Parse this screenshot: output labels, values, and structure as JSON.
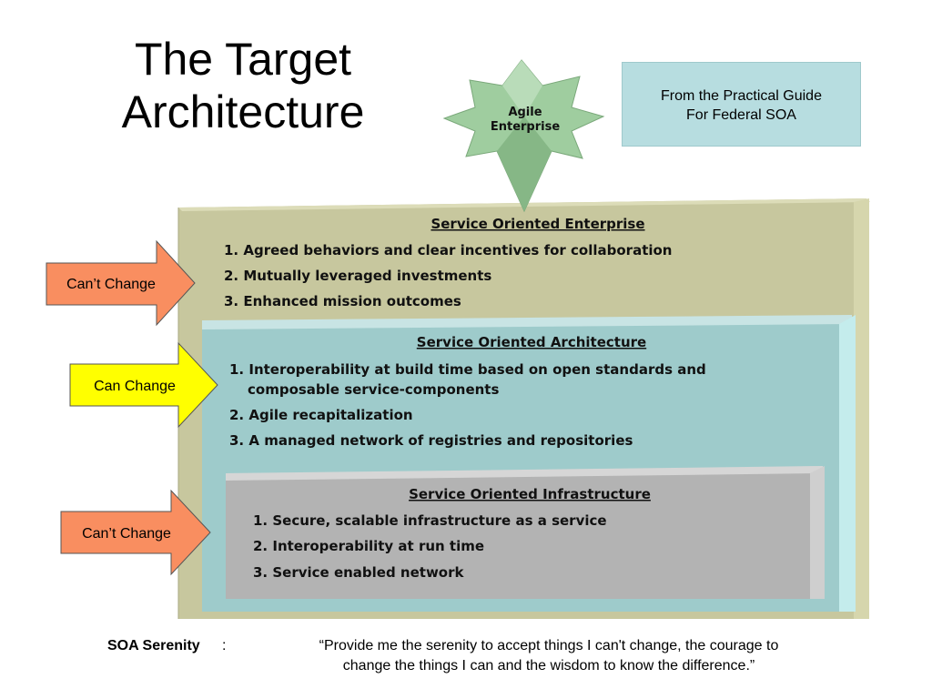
{
  "title": {
    "line1": "The Target",
    "line2": "Architecture"
  },
  "source_note": {
    "line1": "From the Practical Guide",
    "line2": "For Federal SOA"
  },
  "star": {
    "line1": "Agile",
    "line2": "Enterprise"
  },
  "layers": {
    "enterprise": {
      "heading": "Service Oriented Enterprise",
      "items": [
        "1. Agreed behaviors and clear incentives for collaboration",
        "2. Mutually leveraged investments",
        "3. Enhanced mission outcomes"
      ]
    },
    "architecture": {
      "heading": "Service Oriented Architecture",
      "items": [
        "1. Interoperability at build time based on open standards and",
        "composable service-components",
        "2. Agile recapitalization",
        "3. A managed network of registries and repositories"
      ]
    },
    "infrastructure": {
      "heading": "Service Oriented Infrastructure",
      "items": [
        "1. Secure, scalable infrastructure as a service",
        "2. Interoperability at run time",
        "3. Service enabled network"
      ]
    }
  },
  "arrows": {
    "top": {
      "label": "Can’t Change",
      "color": "#f98e60"
    },
    "middle": {
      "label": "Can Change",
      "color": "#ffff00"
    },
    "bottom": {
      "label": "Can’t Change",
      "color": "#f98e60"
    }
  },
  "footer": {
    "term": "SOA Serenity",
    "colon": ":",
    "quote_line1": "“Provide me the serenity to accept things I can't change, the courage to",
    "quote_line2": "change the things I can and the wisdom to know the difference.”"
  },
  "colors": {
    "enterprise_fill": "#c7c79e",
    "architecture_fill": "#9ecbcb",
    "infrastructure_fill": "#b3b3b3",
    "star_fill": "#9fcd9f"
  }
}
